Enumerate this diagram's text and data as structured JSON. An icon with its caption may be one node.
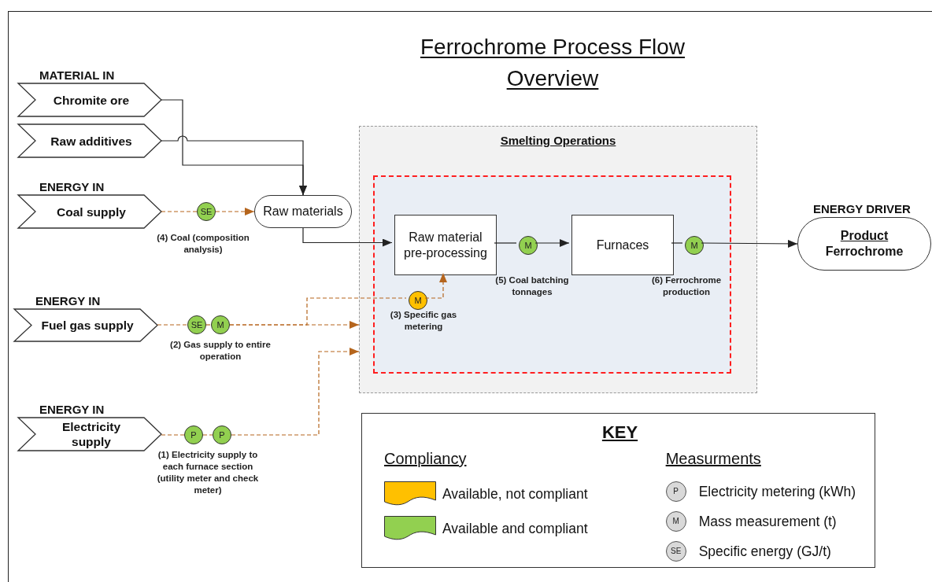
{
  "diagram": {
    "title": "Ferrochrome Process Flow Overview",
    "nodes": [
      {
        "text": [
          "MATERIAL IN",
          "Chromite ore"
        ]
      },
      {
        "text": [
          "Raw additives"
        ]
      },
      {
        "text": [
          "ENERGY IN",
          "Coal supply"
        ]
      },
      {
        "text": [
          "SE"
        ]
      },
      {
        "text": [
          "Raw materials"
        ]
      },
      {
        "text": [
          "ENERGY IN",
          "Fuel gas supply"
        ]
      },
      {
        "text": [
          "SE"
        ]
      },
      {
        "text": [
          "M"
        ]
      },
      {
        "text": [
          "ENERGY IN",
          "Electricity supply"
        ]
      },
      {
        "text": [
          "P"
        ]
      },
      {
        "text": [
          "P"
        ]
      },
      {
        "text": [
          "Smelting Operations"
        ]
      },
      {
        "text": [],
        "shape": "box",
        "in": 11
      },
      {
        "text": [
          "Raw material pre-processing"
        ],
        "in": 12
      },
      {
        "text": [
          "M"
        ],
        "in": 12
      },
      {
        "text": [
          "M"
        ],
        "in": 12
      },
      {
        "text": [
          "Furnaces"
        ],
        "in": 12
      },
      {
        "text": [
          "M"
        ],
        "in": 12
      },
      {
        "text": [
          "ENERGY DRIVER",
          "Product",
          "Ferrochrome"
        ]
      }
    ],
    "edges": [
      {
        "from": 0,
        "to": 4,
        "arrow": "to",
        "color": "#222222"
      },
      {
        "from": 1,
        "to": 4,
        "arrow": "to",
        "color": "#222222"
      },
      {
        "from": 2,
        "to": 3,
        "arrow": "none",
        "style": "dashed",
        "color": "#b5651d"
      },
      {
        "from": 3,
        "to": 4,
        "arrow": "to",
        "style": "dashed",
        "color": "#b5651d"
      },
      {
        "from": 4,
        "to": 13,
        "arrow": "to",
        "color": "#222222"
      },
      {
        "from": 5,
        "to": 6,
        "arrow": "none",
        "style": "dashed",
        "color": "#b5651d"
      },
      {
        "from": 6,
        "to": 7,
        "arrow": "none",
        "style": "dashed",
        "color": "#b5651d"
      },
      {
        "from": 7,
        "to": 11,
        "arrow": "to",
        "style": "dashed",
        "color": "#b5651d"
      },
      {
        "from": 7,
        "to": 14,
        "arrow": "none",
        "style": "dashed",
        "color": "#b5651d"
      },
      {
        "from": 14,
        "to": 13,
        "arrow": "to",
        "style": "dashed",
        "color": "#b5651d"
      },
      {
        "from": 8,
        "to": 9,
        "arrow": "none",
        "style": "dashed",
        "color": "#b5651d"
      },
      {
        "from": 9,
        "to": 10,
        "arrow": "none",
        "style": "dashed",
        "color": "#b5651d"
      },
      {
        "from": 10,
        "to": 11,
        "arrow": "to",
        "style": "dashed",
        "color": "#b5651d"
      },
      {
        "from": 13,
        "to": 15,
        "arrow": "none",
        "color": "#222222"
      },
      {
        "from": 15,
        "to": 16,
        "arrow": "to",
        "color": "#222222"
      },
      {
        "from": 16,
        "to": 17,
        "arrow": "none",
        "color": "#222222"
      },
      {
        "from": 17,
        "to": 18,
        "arrow": "to",
        "color": "#222222"
      }
    ],
    "labels": [
      "(4) Coal (composition analysis)",
      "(5) Coal batching tonnages",
      "(6) Ferrochrome production",
      "(3) Specific gas metering",
      "(2) Gas supply to entire operation",
      "(1) Electricity supply to each furnace section (utility meter and check meter)",
      "KEY",
      "Compliancy",
      "Measurments",
      "P",
      "M",
      "SE"
    ],
    "legend": [
      {
        "text": "Available, not compliant",
        "color": "#ffc000"
      },
      {
        "text": "Available and compliant",
        "color": "#92d050"
      },
      {
        "text": "Electricity metering (kWh)"
      },
      {
        "text": "Mass measurement (t)"
      },
      {
        "text": "Specific energy (GJ/t)"
      }
    ]
  }
}
